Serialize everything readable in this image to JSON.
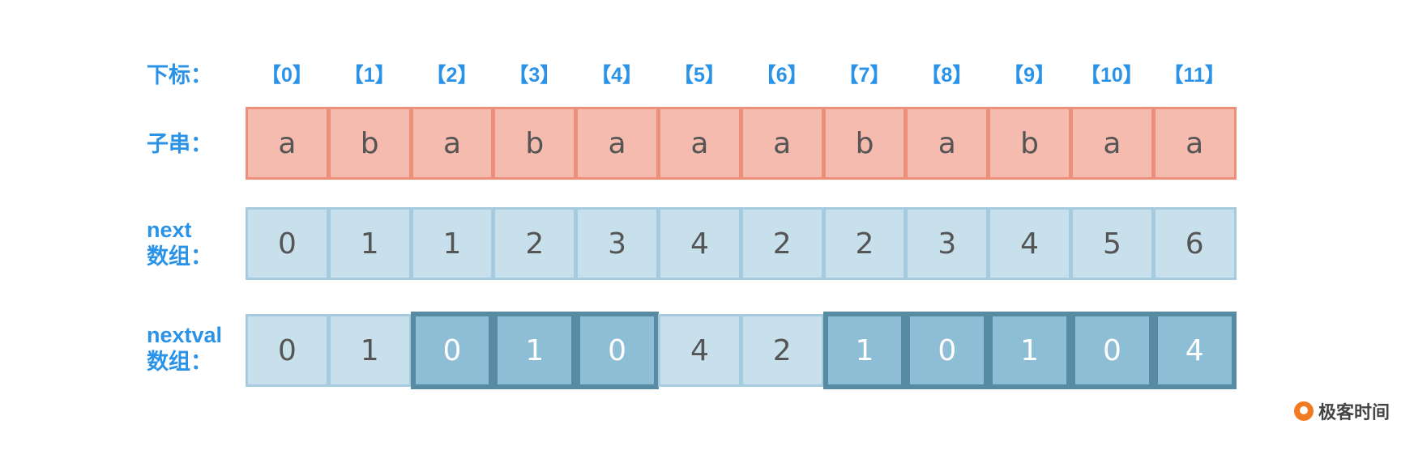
{
  "labels": {
    "index": "下标：",
    "substring": "子串：",
    "next": "next\n数组：",
    "nextval": "nextval\n数组："
  },
  "indices": [
    "【0】",
    "【1】",
    "【2】",
    "【3】",
    "【4】",
    "【5】",
    "【6】",
    "【7】",
    "【8】",
    "【9】",
    "【10】",
    "【11】"
  ],
  "substring": [
    "a",
    "b",
    "a",
    "b",
    "a",
    "a",
    "a",
    "b",
    "a",
    "b",
    "a",
    "a"
  ],
  "next": [
    "0",
    "1",
    "1",
    "2",
    "3",
    "4",
    "2",
    "2",
    "3",
    "4",
    "5",
    "6"
  ],
  "nextval": [
    "0",
    "1",
    "0",
    "1",
    "0",
    "4",
    "2",
    "1",
    "0",
    "1",
    "0",
    "4"
  ],
  "nextval_highlighted": [
    false,
    false,
    true,
    true,
    true,
    false,
    false,
    true,
    true,
    true,
    true,
    true
  ],
  "brand": {
    "name": "极客时间",
    "color": "#f27a20"
  },
  "colors": {
    "label": "#2a93e8",
    "substring_fill": "#f4bbae",
    "array_fill": "#c7e0ec",
    "highlight_fill": "#8ebdd6",
    "highlight_border": "#578aa3"
  }
}
